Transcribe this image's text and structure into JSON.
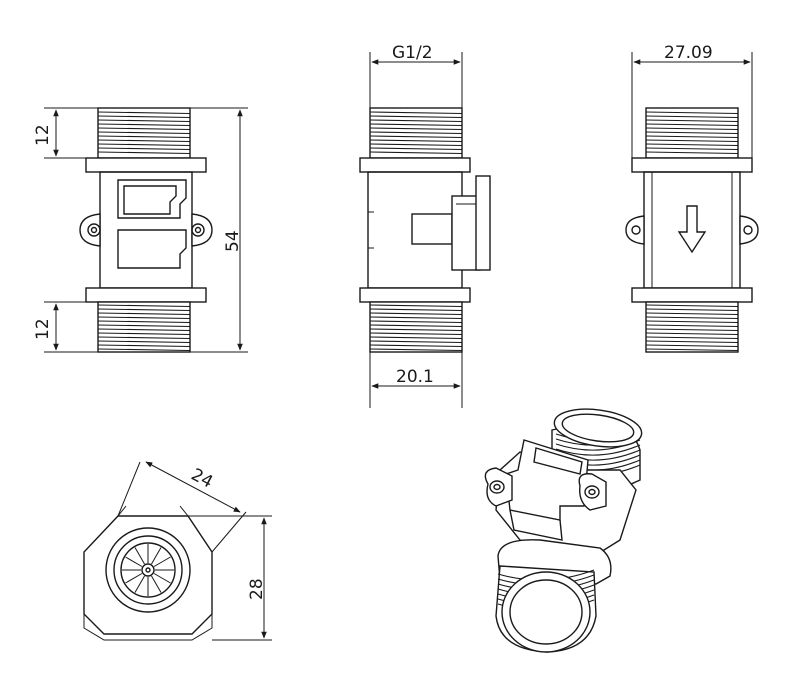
{
  "dimensions": {
    "front_top_thread": "12",
    "front_total_height": "54",
    "front_bottom_thread": "12",
    "side_thread_spec": "G1/2",
    "side_body_width": "20.1",
    "back_flange_width": "27.09",
    "end_hex_across_flats": "24",
    "end_height": "28"
  },
  "colors": {
    "line": "#1a1a1a",
    "background": "#ffffff"
  },
  "icons": {
    "flow_arrow": "arrow-down-icon"
  }
}
